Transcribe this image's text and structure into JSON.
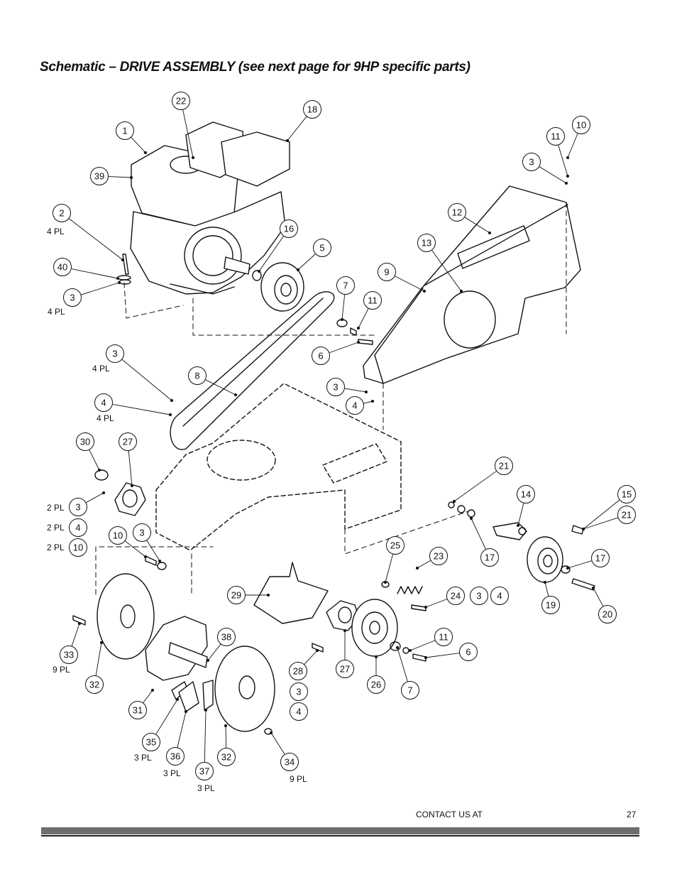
{
  "title": "Schematic – DRIVE ASSEMBLY (see next page for 9HP specific parts)",
  "footer": {
    "contact": "CONTACT US AT",
    "page": "27"
  },
  "callouts": [
    {
      "n": "1"
    },
    {
      "n": "22"
    },
    {
      "n": "18"
    },
    {
      "n": "39"
    },
    {
      "n": "10"
    },
    {
      "n": "11"
    },
    {
      "n": "3"
    },
    {
      "n": "2"
    },
    {
      "n": "16"
    },
    {
      "n": "12"
    },
    {
      "n": "5"
    },
    {
      "n": "13"
    },
    {
      "n": "40"
    },
    {
      "n": "9"
    },
    {
      "n": "7"
    },
    {
      "n": "11"
    },
    {
      "n": "3"
    },
    {
      "n": "6"
    },
    {
      "n": "3"
    },
    {
      "n": "8"
    },
    {
      "n": "3"
    },
    {
      "n": "4"
    },
    {
      "n": "4"
    },
    {
      "n": "30"
    },
    {
      "n": "27"
    },
    {
      "n": "21"
    },
    {
      "n": "14"
    },
    {
      "n": "15"
    },
    {
      "n": "21"
    },
    {
      "n": "3"
    },
    {
      "n": "4"
    },
    {
      "n": "10"
    },
    {
      "n": "10"
    },
    {
      "n": "3"
    },
    {
      "n": "25"
    },
    {
      "n": "23"
    },
    {
      "n": "17"
    },
    {
      "n": "17"
    },
    {
      "n": "29"
    },
    {
      "n": "24"
    },
    {
      "n": "3"
    },
    {
      "n": "4"
    },
    {
      "n": "19"
    },
    {
      "n": "20"
    },
    {
      "n": "38"
    },
    {
      "n": "11"
    },
    {
      "n": "6"
    },
    {
      "n": "33"
    },
    {
      "n": "28"
    },
    {
      "n": "27"
    },
    {
      "n": "32"
    },
    {
      "n": "26"
    },
    {
      "n": "7"
    },
    {
      "n": "3"
    },
    {
      "n": "4"
    },
    {
      "n": "31"
    },
    {
      "n": "35"
    },
    {
      "n": "36"
    },
    {
      "n": "32"
    },
    {
      "n": "34"
    },
    {
      "n": "37"
    }
  ],
  "qty_labels": [
    {
      "t": "4 PL"
    },
    {
      "t": "4 PL"
    },
    {
      "t": "4 PL"
    },
    {
      "t": "4 PL"
    },
    {
      "t": "2 PL"
    },
    {
      "t": "2 PL"
    },
    {
      "t": "2 PL"
    },
    {
      "t": "9 PL"
    },
    {
      "t": "3 PL"
    },
    {
      "t": "3 PL"
    },
    {
      "t": "3 PL"
    },
    {
      "t": "9 PL"
    }
  ]
}
